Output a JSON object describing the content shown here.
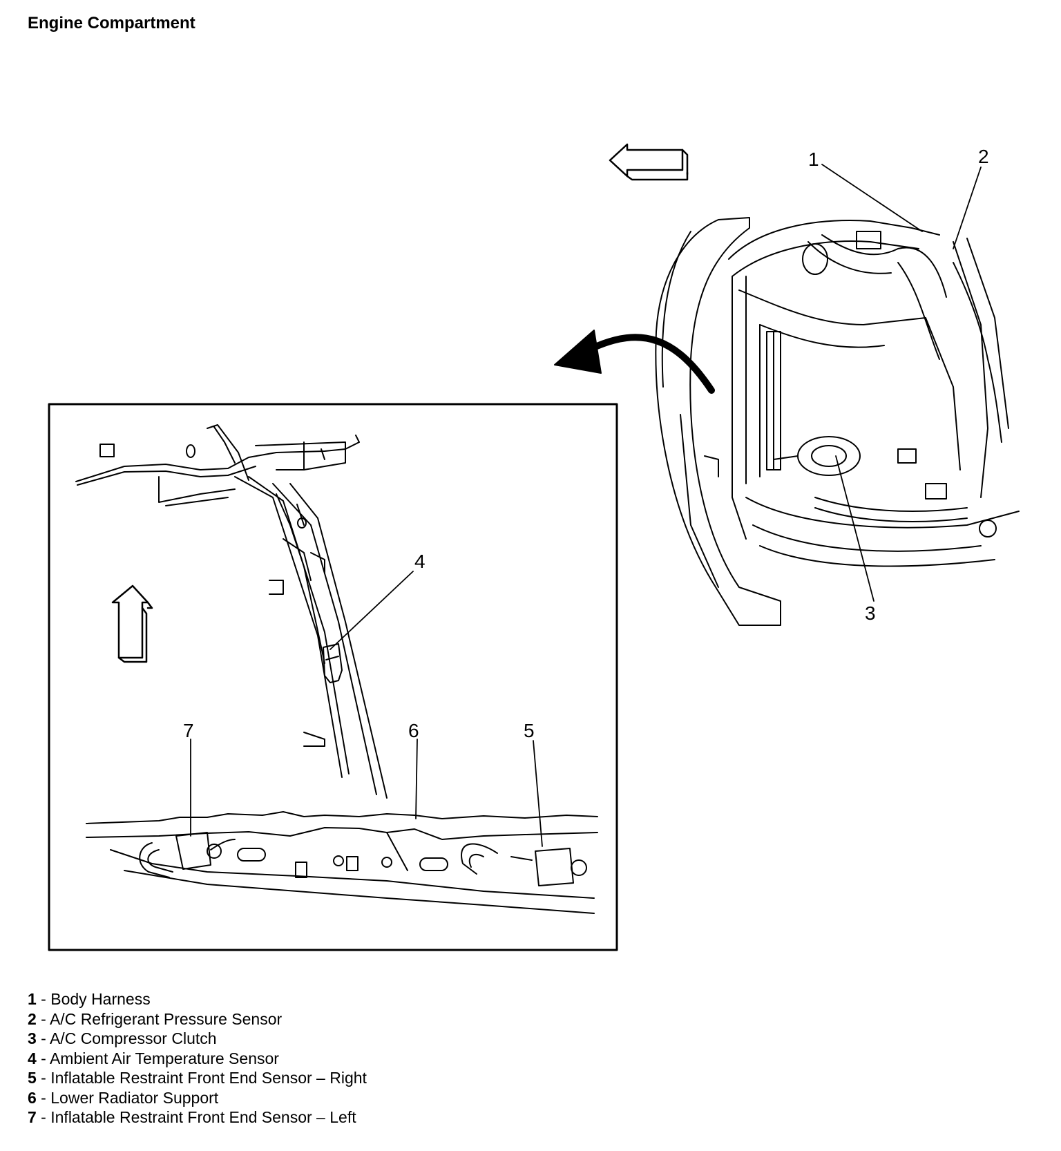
{
  "title": "Engine Compartment",
  "callouts": [
    "1",
    "2",
    "3",
    "4",
    "5",
    "6",
    "7"
  ],
  "legend": [
    {
      "num": "1",
      "sep": " - ",
      "label": "Body Harness"
    },
    {
      "num": "2",
      "sep": " - ",
      "label": "A/C Refrigerant Pressure Sensor"
    },
    {
      "num": "3",
      "sep": " - ",
      "label": "A/C Compressor Clutch"
    },
    {
      "num": "4",
      "sep": " - ",
      "label": "Ambient Air Temperature Sensor"
    },
    {
      "num": "5",
      "sep": " - ",
      "label": "Inflatable Restraint Front End Sensor – Right"
    },
    {
      "num": "6",
      "sep": " - ",
      "label": "Lower Radiator Support"
    },
    {
      "num": "7",
      "sep": " - ",
      "label": "Inflatable Restraint Front End Sensor – Left"
    }
  ]
}
